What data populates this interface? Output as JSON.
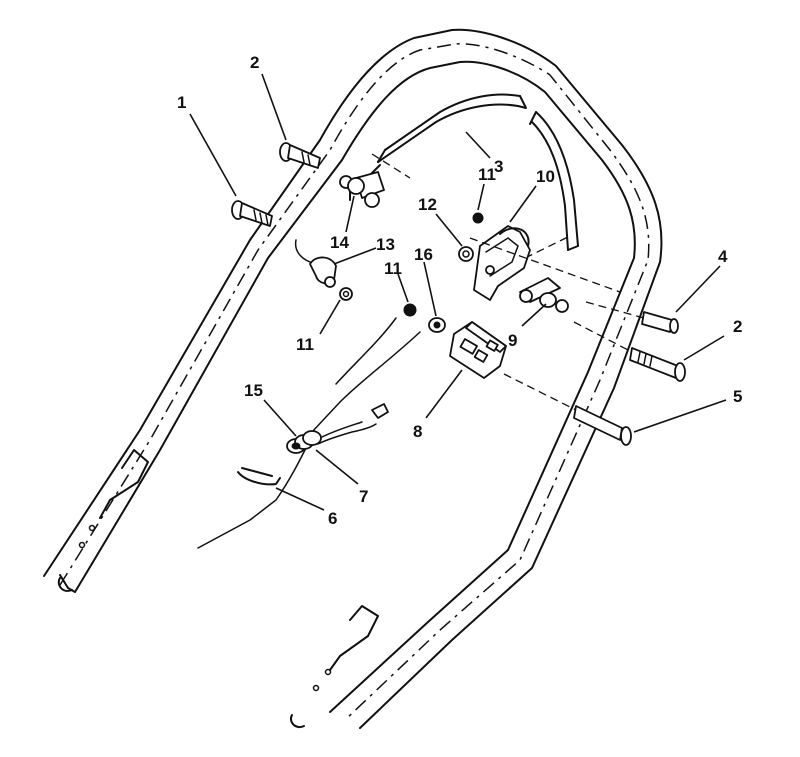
{
  "callouts": {
    "c1": "1",
    "c2a": "2",
    "c2b": "2",
    "c3": "3",
    "c4": "4",
    "c5": "5",
    "c6": "6",
    "c7": "7",
    "c8": "8",
    "c9": "9",
    "c10": "10",
    "c11a": "11",
    "c11b": "11",
    "c11c": "11",
    "c12": "12",
    "c13": "13",
    "c14": "14",
    "c15": "15",
    "c16": "16"
  }
}
